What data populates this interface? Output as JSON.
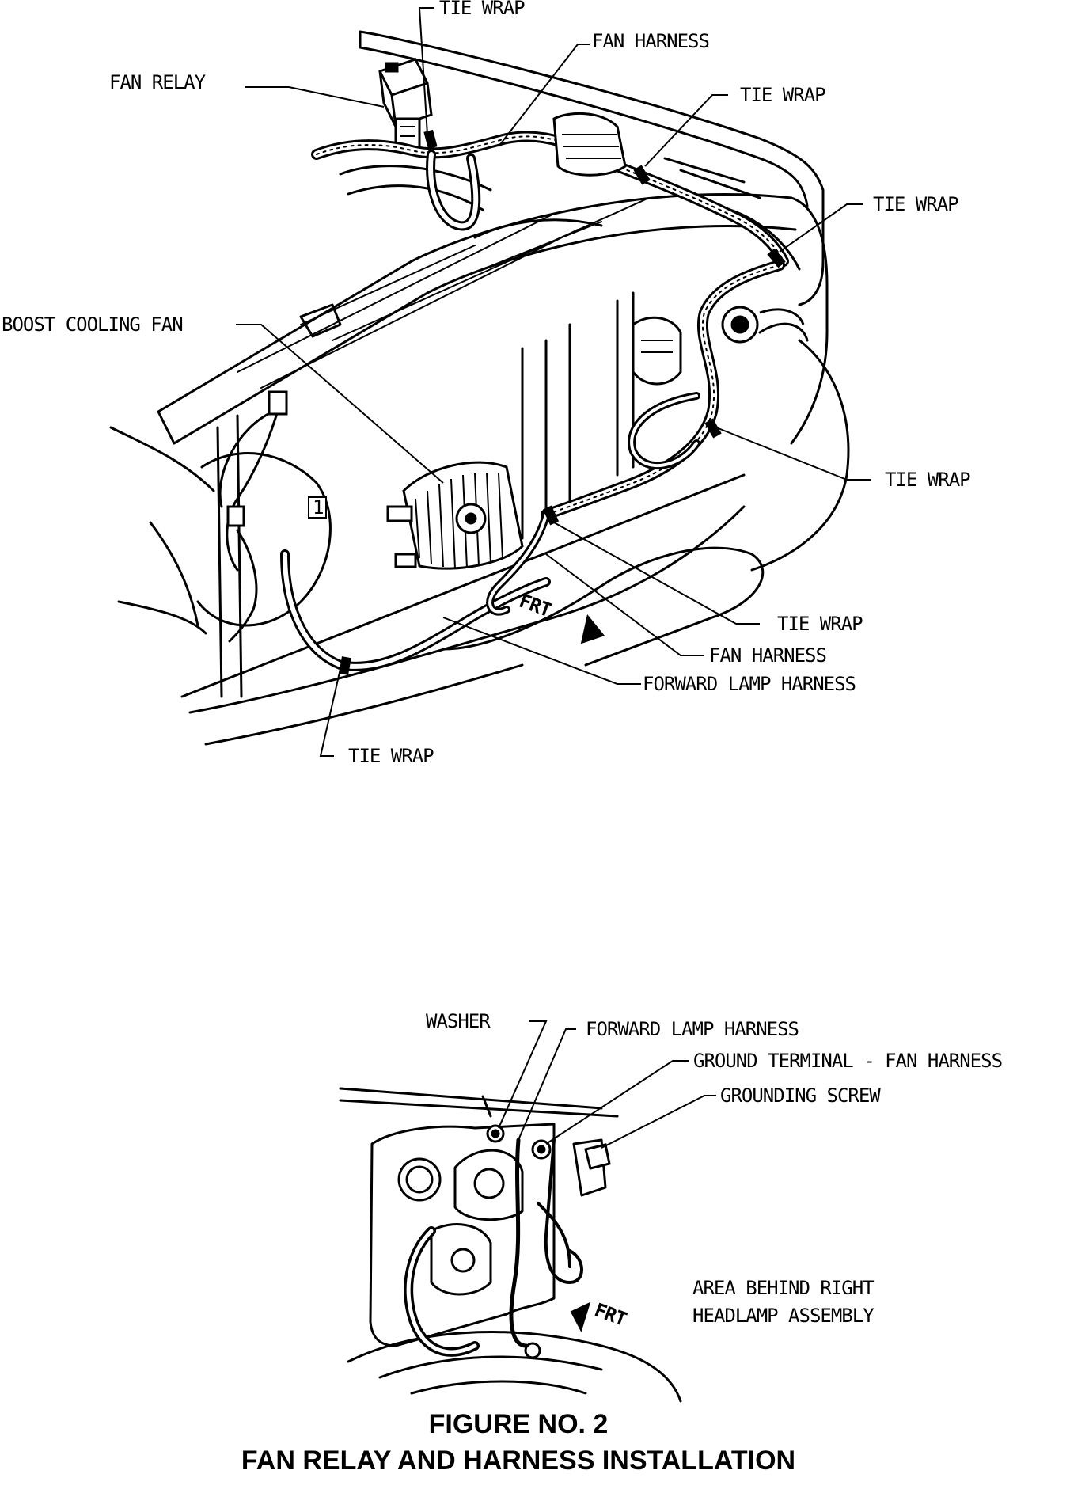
{
  "colors": {
    "ink": "#000000",
    "paper": "#ffffff"
  },
  "top_view": {
    "labels": {
      "tie_wrap_top": "TIE WRAP",
      "fan_harness_top": "FAN HARNESS",
      "fan_relay": "FAN RELAY",
      "tie_wrap_upper_right": "TIE WRAP",
      "tie_wrap_right": "TIE WRAP",
      "boost_cooling_fan": "BOOST COOLING FAN",
      "tie_wrap_mid_right": "TIE WRAP",
      "tie_wrap_lower_right": "TIE WRAP",
      "fan_harness_lower": "FAN HARNESS",
      "forward_lamp_harness": "FORWARD LAMP HARNESS",
      "tie_wrap_bottom": "TIE WRAP"
    },
    "direction_marker": "FRT",
    "panel_number": "1"
  },
  "detail_view": {
    "labels": {
      "washer": "WASHER",
      "forward_lamp_harness": "FORWARD LAMP HARNESS",
      "ground_terminal": "GROUND TERMINAL - FAN HARNESS",
      "grounding_screw": "GROUNDING SCREW"
    },
    "area_note": [
      "AREA BEHIND RIGHT",
      "HEADLAMP ASSEMBLY"
    ],
    "direction_marker": "FRT"
  },
  "caption": {
    "figure_number": "FIGURE NO. 2",
    "title": "FAN RELAY AND HARNESS INSTALLATION"
  }
}
